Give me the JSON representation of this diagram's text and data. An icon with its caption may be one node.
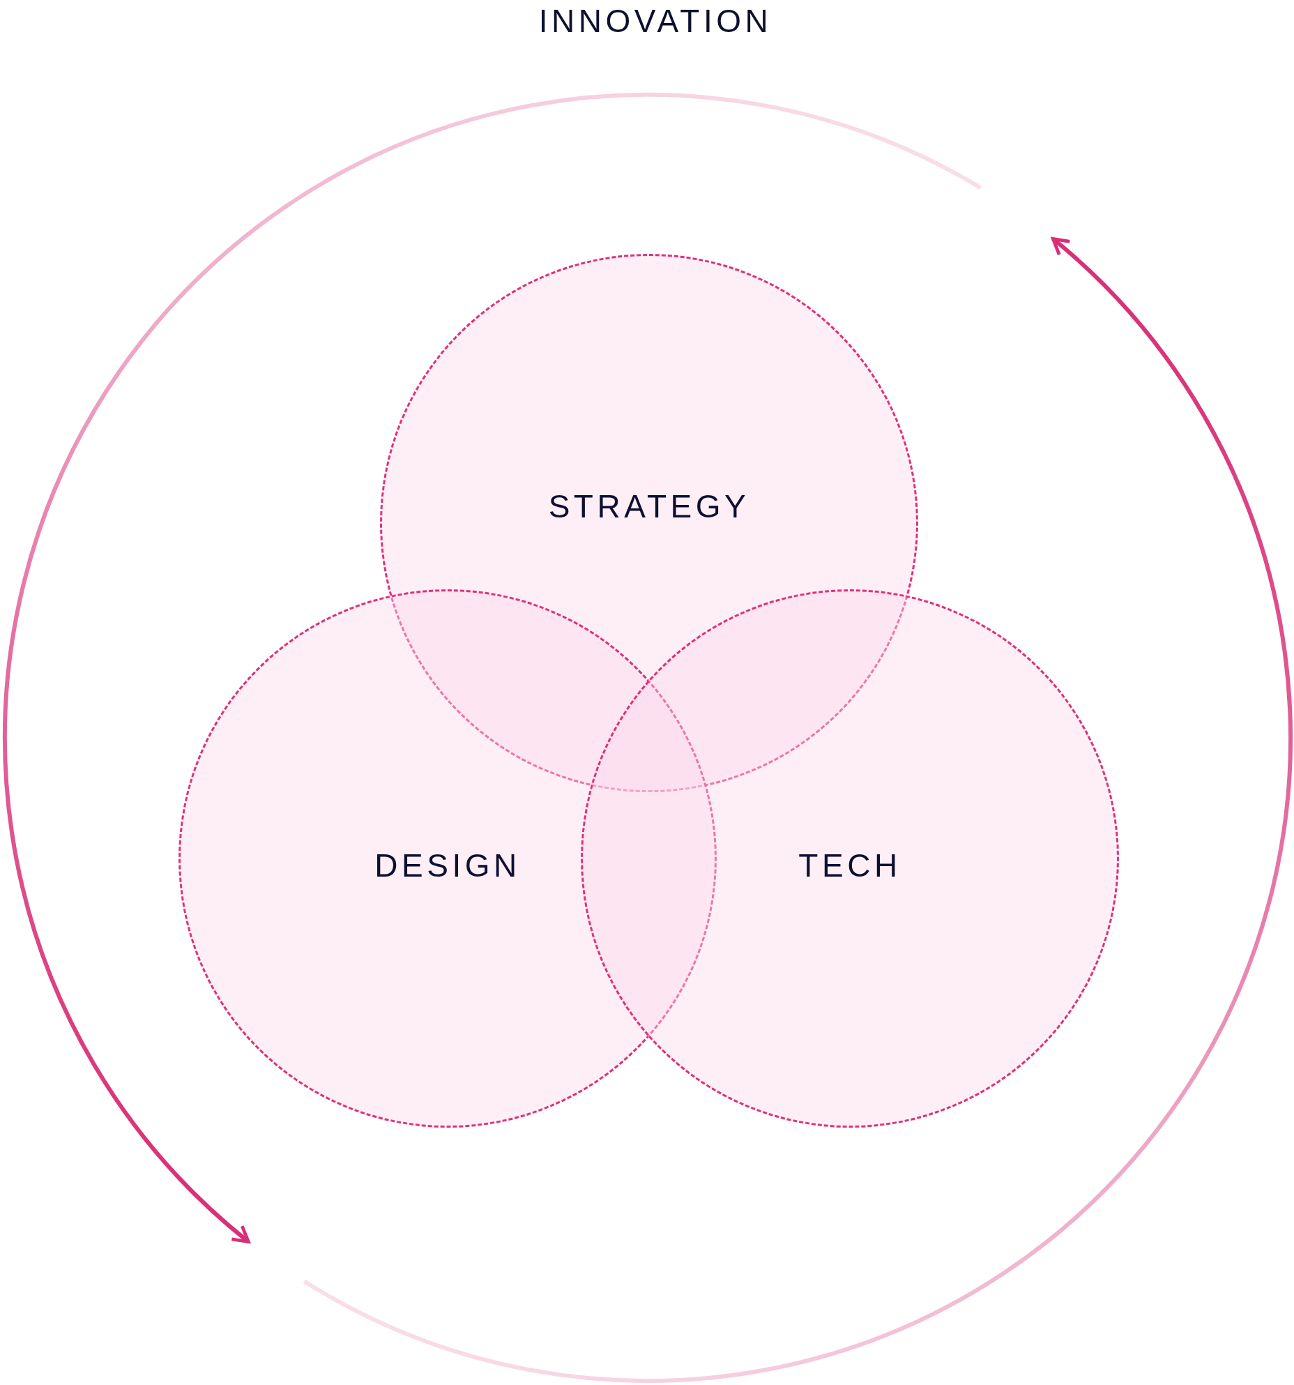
{
  "diagram": {
    "title": "INNOVATION",
    "nodes": [
      {
        "text": [
          "STRATEGY"
        ]
      },
      {
        "text": [
          "DESIGN"
        ]
      },
      {
        "text": [
          "TECH"
        ]
      }
    ]
  }
}
